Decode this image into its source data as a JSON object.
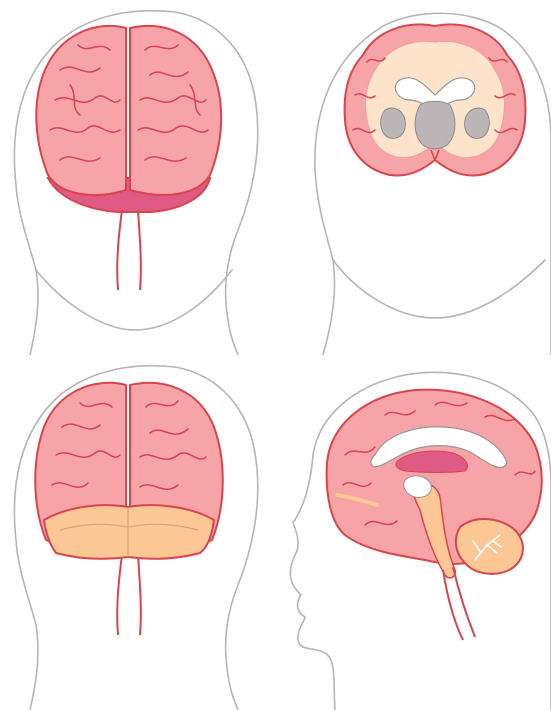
{
  "figure": {
    "panels": [
      {
        "view": "anterior"
      },
      {
        "view": "coronal-section"
      },
      {
        "view": "posterior"
      },
      {
        "view": "sagittal-section"
      }
    ]
  },
  "colors": {
    "head_outline": "#b9b3b5",
    "cortex_fill": "#f7a4a8",
    "cortex_stroke": "#d9444d",
    "brainstem_fill": "#e05a86",
    "cerebellum_fill": "#fbc795",
    "white_matter_fill": "#fde3c9",
    "gray_nuclei_fill": "#bcb6b8",
    "ventricle_fill": "#ffffff"
  }
}
